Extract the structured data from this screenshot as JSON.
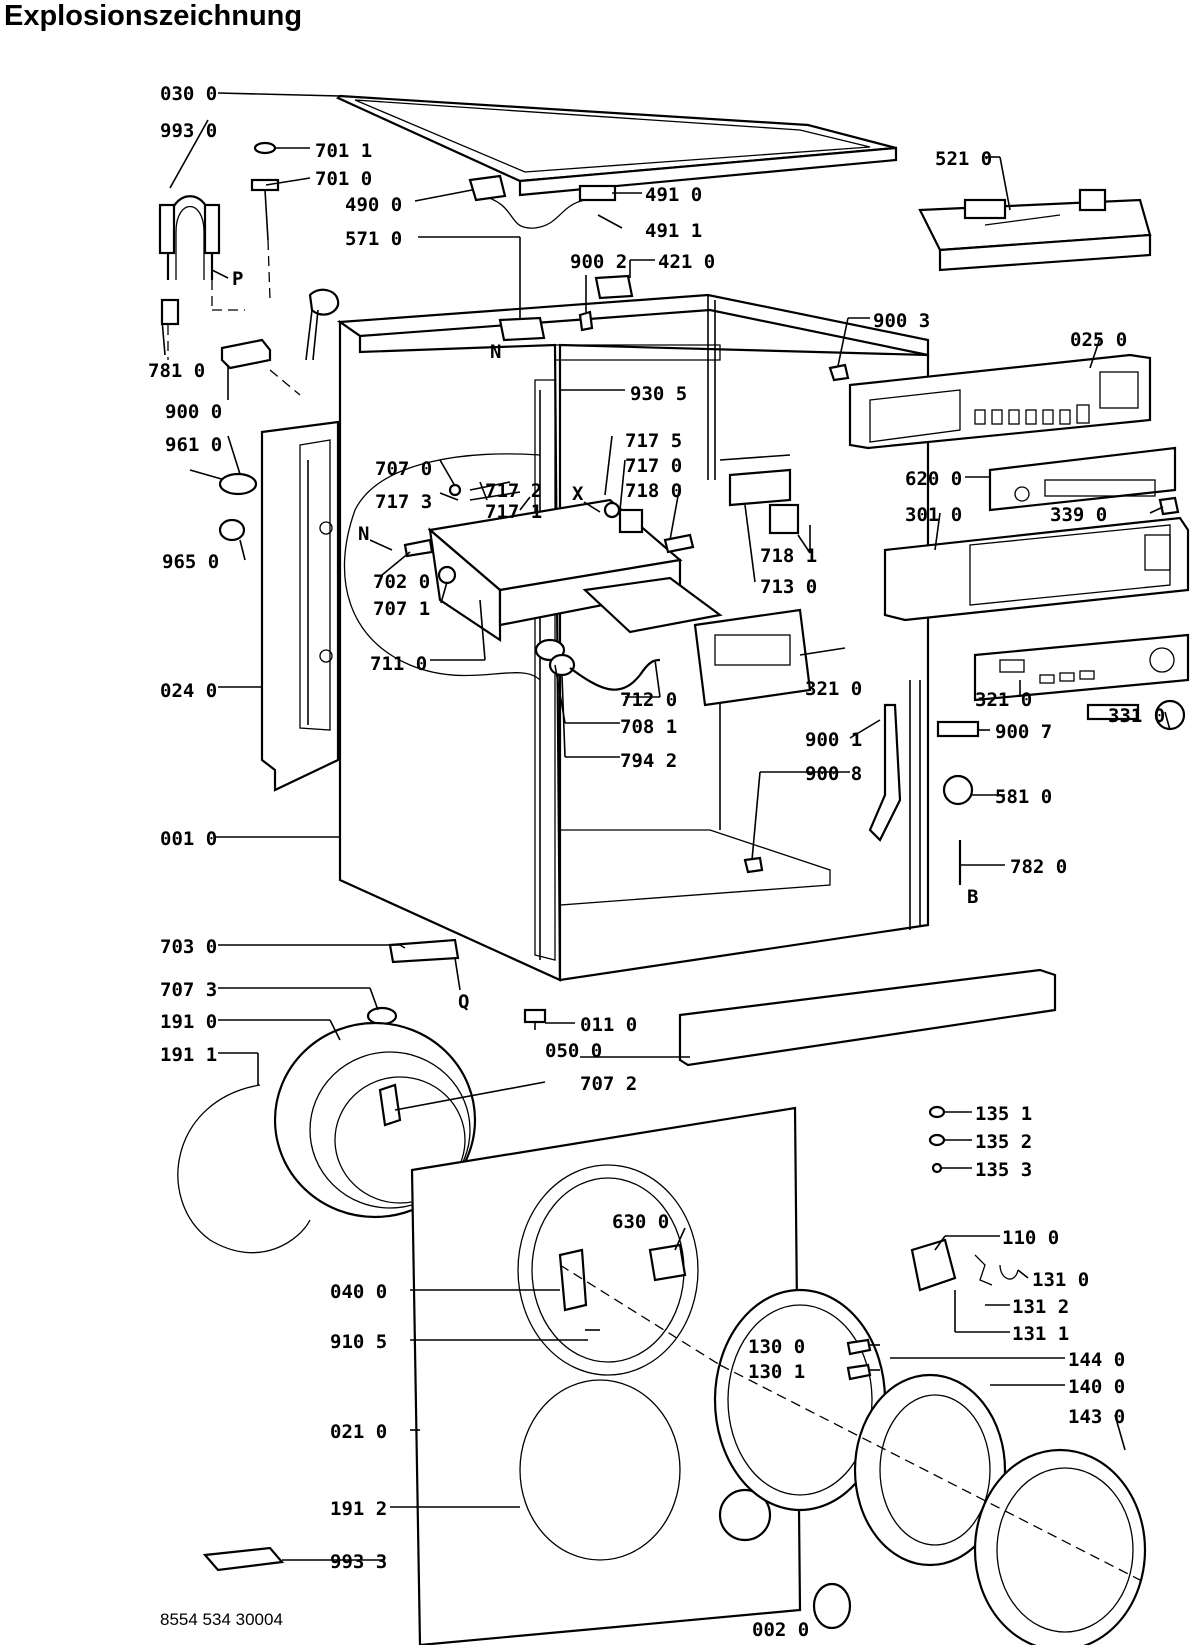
{
  "title": "Explosionszeichnung",
  "document_number": "8554 534 30004",
  "parts": [
    {
      "id": "p0300",
      "label": "030 0"
    },
    {
      "id": "p9930",
      "label": "993 0"
    },
    {
      "id": "p7011",
      "label": "701 1"
    },
    {
      "id": "p7010",
      "label": "701 0"
    },
    {
      "id": "p4900",
      "label": "490 0"
    },
    {
      "id": "p4910",
      "label": "491 0"
    },
    {
      "id": "p4911",
      "label": "491 1"
    },
    {
      "id": "p5710",
      "label": "571 0"
    },
    {
      "id": "p9002",
      "label": "900 2"
    },
    {
      "id": "p4210",
      "label": "421 0"
    },
    {
      "id": "p5210",
      "label": "521 0"
    },
    {
      "id": "p9003",
      "label": "900 3"
    },
    {
      "id": "p0250",
      "label": "025 0"
    },
    {
      "id": "p7810",
      "label": "781 0"
    },
    {
      "id": "p9000",
      "label": "900 0"
    },
    {
      "id": "p9305",
      "label": "930 5"
    },
    {
      "id": "p9610",
      "label": "961 0"
    },
    {
      "id": "p7175",
      "label": "717 5"
    },
    {
      "id": "p7170",
      "label": "717 0"
    },
    {
      "id": "p7180",
      "label": "718 0"
    },
    {
      "id": "p7070",
      "label": "707 0"
    },
    {
      "id": "p7173",
      "label": "717 3"
    },
    {
      "id": "p7172",
      "label": "717 2"
    },
    {
      "id": "p7171",
      "label": "717 1"
    },
    {
      "id": "p6200",
      "label": "620 0"
    },
    {
      "id": "p3010",
      "label": "301 0"
    },
    {
      "id": "p3390",
      "label": "339 0"
    },
    {
      "id": "p9650",
      "label": "965 0"
    },
    {
      "id": "p7020",
      "label": "702 0"
    },
    {
      "id": "p7071",
      "label": "707 1"
    },
    {
      "id": "p7181",
      "label": "718 1"
    },
    {
      "id": "p7130",
      "label": "713 0"
    },
    {
      "id": "p7110",
      "label": "711 0"
    },
    {
      "id": "p3210a",
      "label": "321 0"
    },
    {
      "id": "p0240",
      "label": "024 0"
    },
    {
      "id": "p7120",
      "label": "712 0"
    },
    {
      "id": "p3210b",
      "label": "321 0"
    },
    {
      "id": "p3310",
      "label": "331 0"
    },
    {
      "id": "p7081",
      "label": "708 1"
    },
    {
      "id": "p7942",
      "label": "794 2"
    },
    {
      "id": "p9001",
      "label": "900 1"
    },
    {
      "id": "p9007",
      "label": "900 7"
    },
    {
      "id": "p9008",
      "label": "900 8"
    },
    {
      "id": "p5810",
      "label": "581 0"
    },
    {
      "id": "p0010",
      "label": "001 0"
    },
    {
      "id": "p7820",
      "label": "782 0"
    },
    {
      "id": "p7030",
      "label": "703 0"
    },
    {
      "id": "p7073",
      "label": "707 3"
    },
    {
      "id": "p1910",
      "label": "191 0"
    },
    {
      "id": "p0110",
      "label": "011 0"
    },
    {
      "id": "p0500",
      "label": "050 0"
    },
    {
      "id": "p1911",
      "label": "191 1"
    },
    {
      "id": "p7072",
      "label": "707 2"
    },
    {
      "id": "p1351",
      "label": "135 1"
    },
    {
      "id": "p1352",
      "label": "135 2"
    },
    {
      "id": "p1353",
      "label": "135 3"
    },
    {
      "id": "p6300",
      "label": "630 0"
    },
    {
      "id": "p1100",
      "label": "110 0"
    },
    {
      "id": "p0400",
      "label": "040 0"
    },
    {
      "id": "p1310",
      "label": "131 0"
    },
    {
      "id": "p1312",
      "label": "131 2"
    },
    {
      "id": "p1311",
      "label": "131 1"
    },
    {
      "id": "p9105",
      "label": "910 5"
    },
    {
      "id": "p1300",
      "label": "130 0"
    },
    {
      "id": "p1440",
      "label": "144 0"
    },
    {
      "id": "p1301",
      "label": "130 1"
    },
    {
      "id": "p1400",
      "label": "140 0"
    },
    {
      "id": "p1430",
      "label": "143 0"
    },
    {
      "id": "p0210",
      "label": "021 0"
    },
    {
      "id": "p1912",
      "label": "191 2"
    },
    {
      "id": "p9933",
      "label": "993 3"
    },
    {
      "id": "p0020",
      "label": "002 0"
    }
  ],
  "markers": {
    "p": "P",
    "n_top": "N",
    "n_left": "N",
    "x": "X",
    "q": "Q",
    "b": "B"
  }
}
